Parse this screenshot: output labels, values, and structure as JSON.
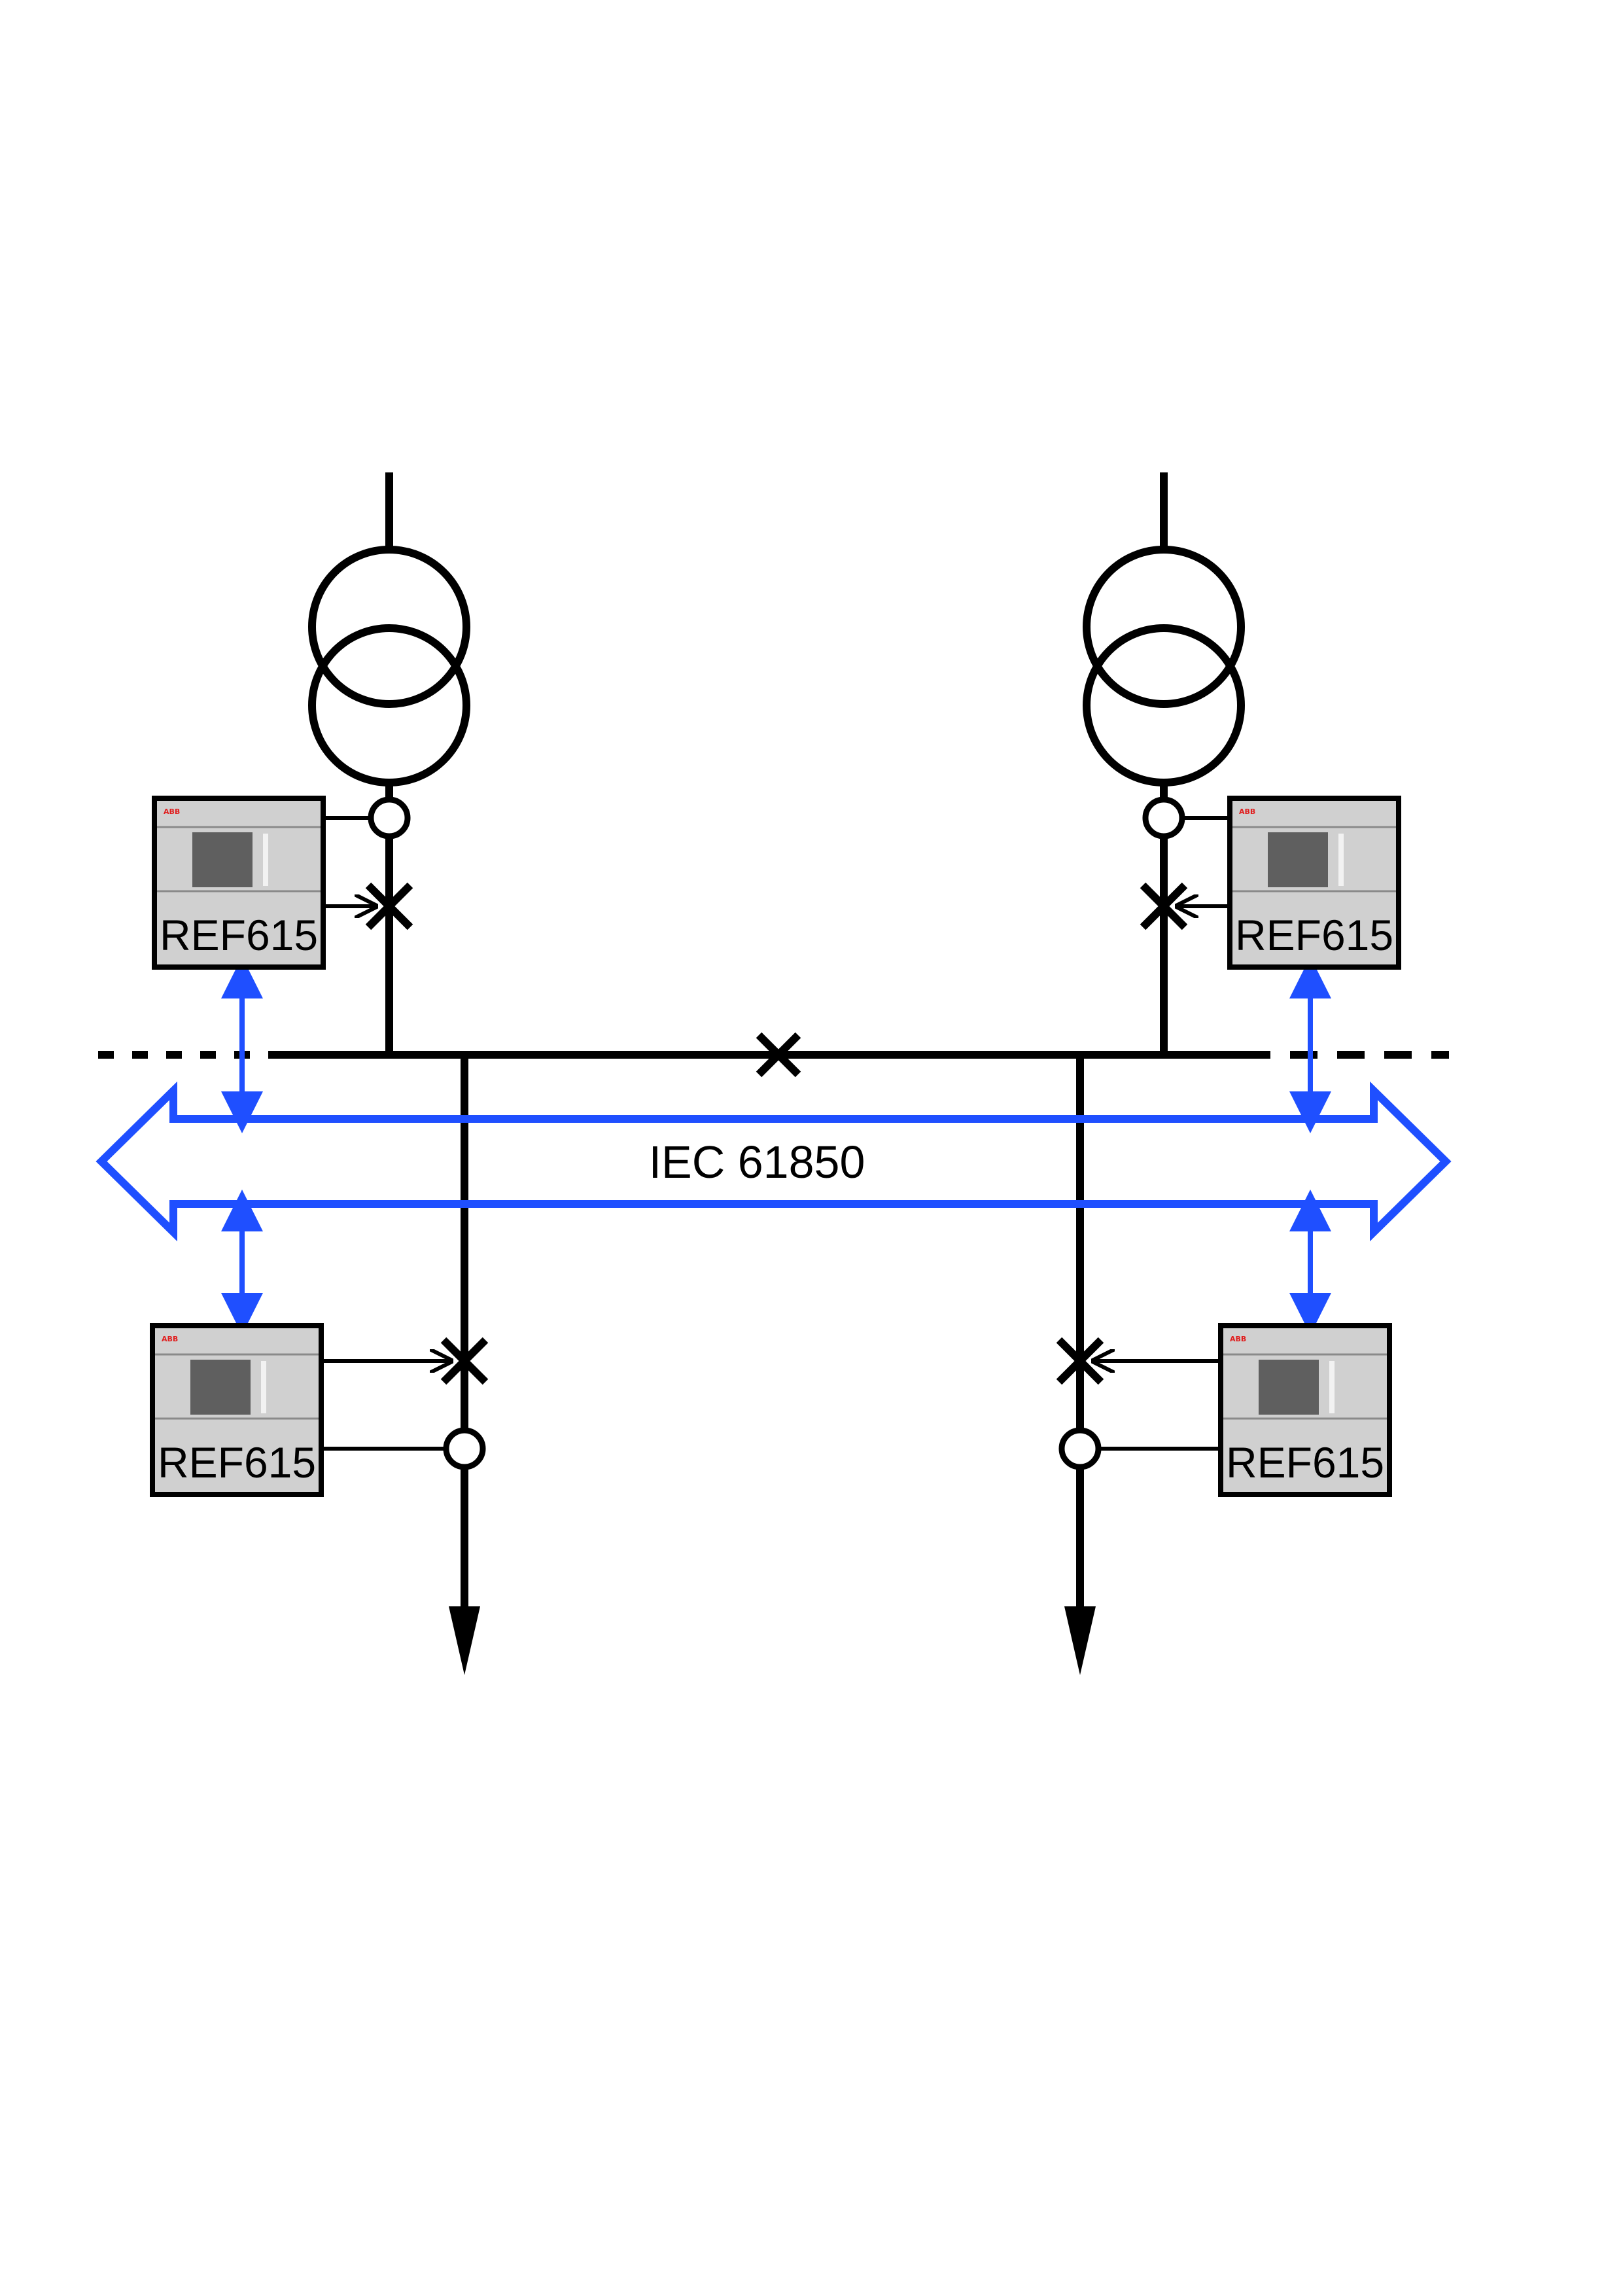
{
  "network": {
    "label": "IEC 61850"
  },
  "relays": [
    {
      "id": "transformer-left",
      "label": "REF615"
    },
    {
      "id": "transformer-right",
      "label": "REF615"
    },
    {
      "id": "feeder-left",
      "label": "REF615"
    },
    {
      "id": "feeder-right",
      "label": "REF615"
    }
  ],
  "colors": {
    "network": "#1f4fff",
    "line": "#000000",
    "relay_body": "#d0d0d0",
    "relay_screen": "#5f5f5f",
    "relay_logo": "#e01e1e"
  }
}
